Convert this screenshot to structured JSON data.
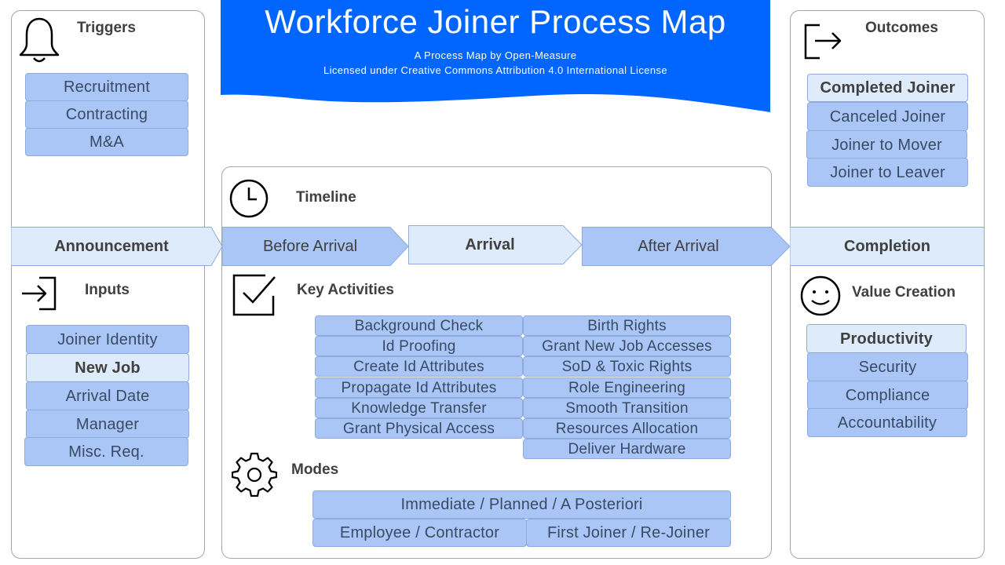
{
  "header": {
    "title": "Workforce Joiner Process Map",
    "subtitle1": "A Process Map by Open-Measure",
    "subtitle2": "Licensed under Creative Commons Attribution  4.0 International License"
  },
  "triggers": {
    "title": "Triggers",
    "items": [
      "Recruitment",
      "Contracting",
      "M&A"
    ]
  },
  "inputs": {
    "title": "Inputs",
    "items": [
      "Joiner Identity",
      "New Job",
      "Arrival Date",
      "Manager",
      "Misc. Req."
    ]
  },
  "timeline": {
    "title": "Timeline"
  },
  "phases": [
    "Announcement",
    "Before Arrival",
    "Arrival",
    "After Arrival",
    "Completion"
  ],
  "key_activities": {
    "title": "Key Activities",
    "left": [
      "Background Check",
      "Id Proofing",
      "Create Id Attributes",
      "Propagate Id Attributes",
      "Knowledge Transfer",
      "Grant Physical Access"
    ],
    "right": [
      "Birth Rights",
      "Grant New Job Accesses",
      "SoD & Toxic Rights",
      "Role Engineering",
      "Smooth Transition",
      "Resources Allocation",
      "Deliver Hardware"
    ]
  },
  "modes": {
    "title": "Modes",
    "items": [
      "Immediate / Planned / A Posteriori",
      "Employee / Contractor",
      "First Joiner / Re-Joiner"
    ]
  },
  "outcomes": {
    "title": "Outcomes",
    "items": [
      "Completed Joiner",
      "Canceled Joiner",
      "Joiner to Mover",
      "Joiner to Leaver"
    ]
  },
  "value_creation": {
    "title": "Value Creation",
    "items": [
      "Productivity",
      "Security",
      "Compliance",
      "Accountability"
    ]
  },
  "colors": {
    "banner": "#0066ff",
    "box_fill": "#a9c6f7",
    "box_light": "#deebfb",
    "box_border": "#8faadc"
  }
}
